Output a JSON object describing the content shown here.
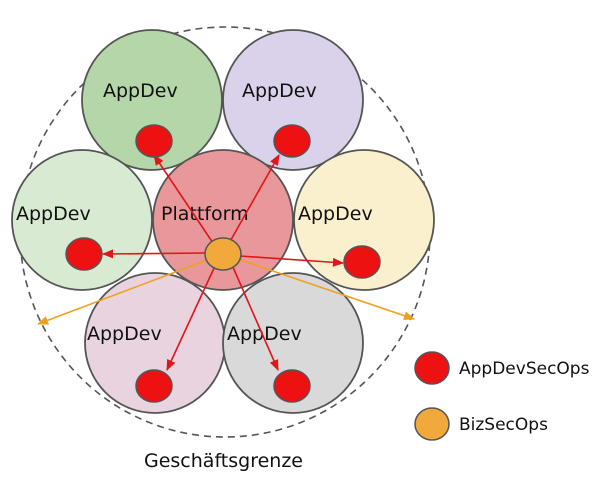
{
  "diagram": {
    "boundary_label": "Geschäftsgrenze",
    "center": {
      "label": "Plattform",
      "color": "#E8979A"
    },
    "appdev_circles": [
      {
        "label": "AppDev",
        "color": "#B5D6A8"
      },
      {
        "label": "AppDev",
        "color": "#D9D2EA"
      },
      {
        "label": "AppDev",
        "color": "#D9EAD3"
      },
      {
        "label": "AppDev",
        "color": "#FBF0CD"
      },
      {
        "label": "AppDev",
        "color": "#E9D3DE"
      },
      {
        "label": "AppDev",
        "color": "#D9D9D9"
      }
    ],
    "marker_colors": {
      "appdevsecops": "#EE1111",
      "bizsecops": "#F2A93B",
      "red_arrow": "#E0161B",
      "orange_arrow": "#F0A020"
    }
  },
  "legend": {
    "items": [
      {
        "label": "AppDevSecOps",
        "color": "#EE1111"
      },
      {
        "label": "BizSecOps",
        "color": "#F2A93B"
      }
    ]
  }
}
